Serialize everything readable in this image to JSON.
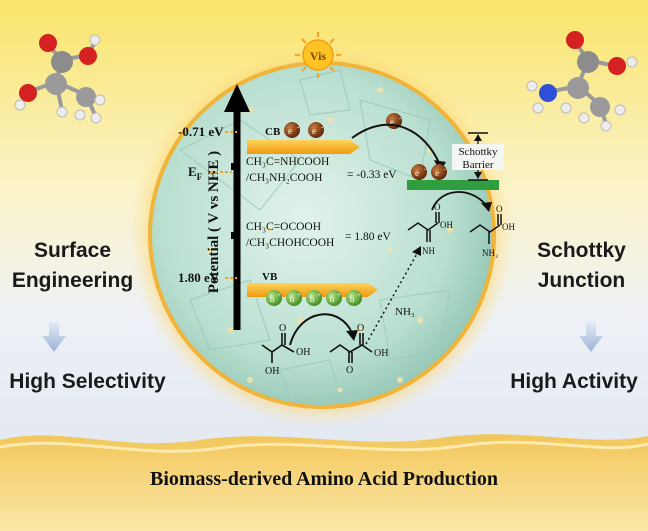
{
  "sun_label": "Vis",
  "axis_label": "Potential ( V vs NHE )",
  "energy": {
    "cb_value": "-0.71 eV",
    "cb_label": "CB",
    "vb_value": "1.80 eV",
    "vb_label": "VB",
    "ef_label": "E",
    "ef_sub": "F"
  },
  "electron_symbol": "e",
  "electron_charge": "-",
  "hole_symbol": "h",
  "hole_charge": "+",
  "redox1": {
    "line1": "CH₃C=NHCOOH",
    "line2": "/CH₃NH₂COOH",
    "value": "= -0.33 eV"
  },
  "redox2": {
    "line1": "CH₃C=OCOOH",
    "line2": "/CH₃CHOHCOOH",
    "value": "= 1.80 eV"
  },
  "schottky_barrier": {
    "line1": "Schottky",
    "line2": "Barrier"
  },
  "nh3": "NH₃",
  "mol_labels": {
    "oh": "OH",
    "nh": "NH",
    "nh2": "NH₂",
    "o": "O"
  },
  "left": {
    "title_line1": "Surface",
    "title_line2": "Engineering",
    "result": "High Selectivity"
  },
  "right": {
    "title_line1": "Schottky",
    "title_line2": "Junction",
    "result": "High Activity"
  },
  "footer": "Biomass-derived Amino Acid Production",
  "colors": {
    "band": "#F5A623",
    "metal": "#2E9E3E",
    "electron": "#7A3A12",
    "hole": "#6FB83A",
    "sphere": "#BFE3D6"
  }
}
